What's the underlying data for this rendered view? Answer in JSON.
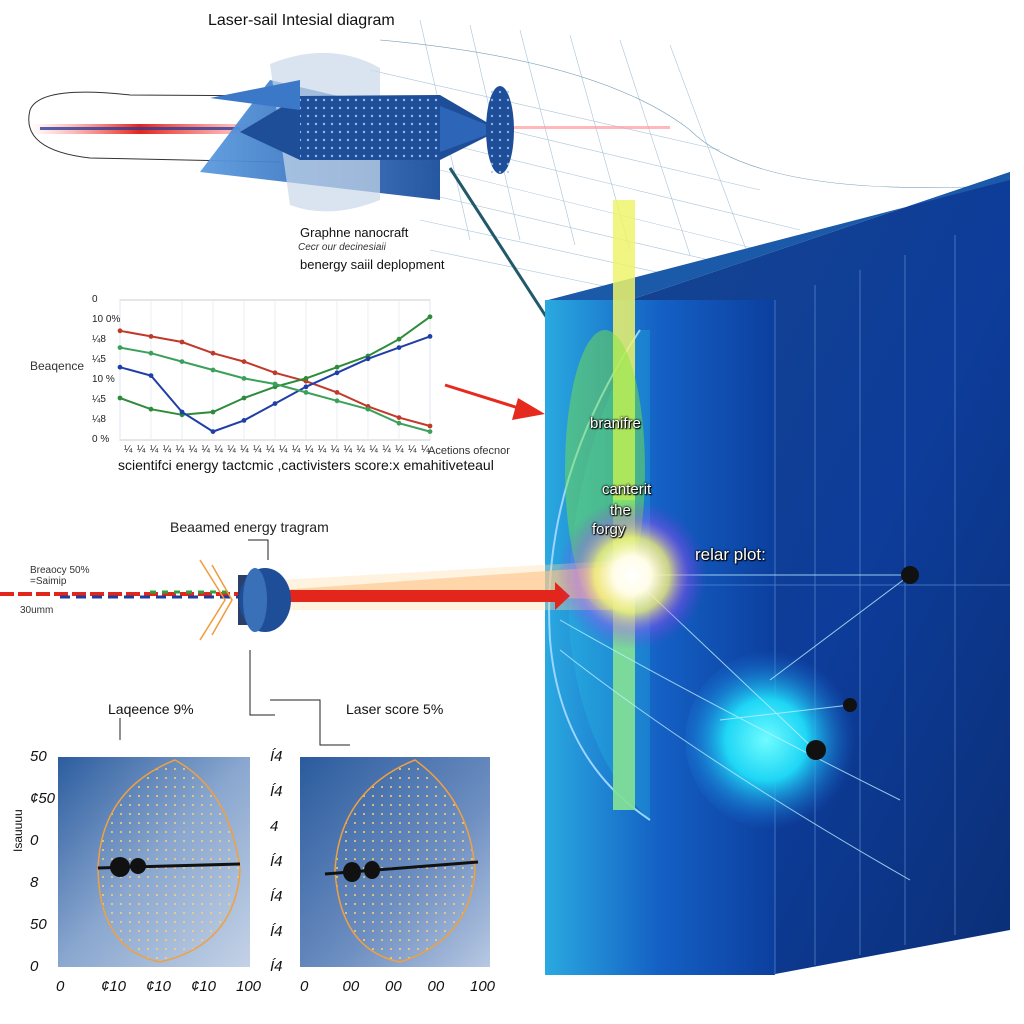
{
  "diagram": {
    "title": "Laser-sail Intesial diagram",
    "spacecraft_caption": {
      "line1": "Graphne nanocraft",
      "line2": "Cecr  our decinesiaii",
      "line3": "benergy saiil deplopment"
    },
    "panel_labels": {
      "sequence_ylabel": "Beaqence",
      "right_note": "Acetions ofecnor",
      "sequence_caption": "scientifci energy tactcmic ,cactivisters score:x emahitiveteaul",
      "beam_title": "Beaamed energy tragram",
      "freq": "Breaocy 50%",
      "samp": "=Saimip",
      "mm": "30umm",
      "left_sail_title": "Laqeence 9%",
      "right_sail_title": "Laser score 5%",
      "left_sail_ylabel": "Isauuuu"
    },
    "overlay_labels": {
      "bran": "branifre",
      "cant": "canterit",
      "the": "the",
      "forgy": "forgy",
      "relar": "relar plot:"
    },
    "colors": {
      "sail_blue": "#1f4e98",
      "deep_blue": "#0b3a8c",
      "laser_red": "#e3261b",
      "glow_cyan": "#2fe6ff",
      "beam_yellow": "#f1f24a"
    }
  },
  "chart_data": [
    {
      "type": "line",
      "title": "",
      "xlabel": "",
      "ylabel": "Beaqence",
      "y_tick_labels": [
        "0",
        "10 0%",
        "¼8",
        "¼5",
        "10 %",
        "¼5",
        "¼8",
        "0 %"
      ],
      "x_tick_labels": [
        "¼",
        "¼",
        "¼",
        "¼",
        "¼",
        "¼",
        "¼",
        "¼",
        "¼",
        "¼",
        "¼",
        "¼",
        "¼",
        "¼",
        "¼",
        "¼",
        "¼",
        "¼",
        "¼",
        "¼",
        "¼",
        "¼",
        "¼",
        "¼"
      ],
      "x": [
        0,
        10,
        20,
        30,
        40,
        50,
        60,
        70,
        80,
        90,
        100
      ],
      "series": [
        {
          "values": [
            78,
            74,
            70,
            62,
            56,
            48,
            42,
            34,
            24,
            16,
            10
          ]
        },
        {
          "values": [
            30,
            22,
            18,
            20,
            30,
            38,
            44,
            52,
            60,
            72,
            88
          ]
        },
        {
          "values": [
            52,
            46,
            20,
            6,
            14,
            26,
            38,
            48,
            58,
            66,
            74
          ]
        },
        {
          "values": [
            66,
            62,
            56,
            50,
            44,
            40,
            34,
            28,
            22,
            12,
            6
          ]
        }
      ],
      "xlim": [
        0,
        100
      ],
      "ylim": [
        0,
        100
      ],
      "grid": true
    },
    {
      "type": "scatter",
      "title": "Laqeence 9%",
      "ylabel": "Isauuuu",
      "y_tick_labels": [
        "50",
        "¢50",
        "0",
        "8",
        "50",
        "0"
      ],
      "x_tick_labels": [
        "0",
        "¢10",
        "¢10",
        "¢10",
        "100"
      ],
      "ylim": [
        0,
        50
      ],
      "xlim": [
        0,
        100
      ]
    },
    {
      "type": "scatter",
      "title": "Laser score 5%",
      "y_tick_labels": [
        "Í4",
        "Í4",
        "4",
        "Í4",
        "Í4",
        "Í4",
        "Í4"
      ],
      "x_tick_labels": [
        "0",
        "00",
        "00",
        "00",
        "100"
      ],
      "ylim": [
        0,
        50
      ],
      "xlim": [
        0,
        100
      ]
    }
  ]
}
